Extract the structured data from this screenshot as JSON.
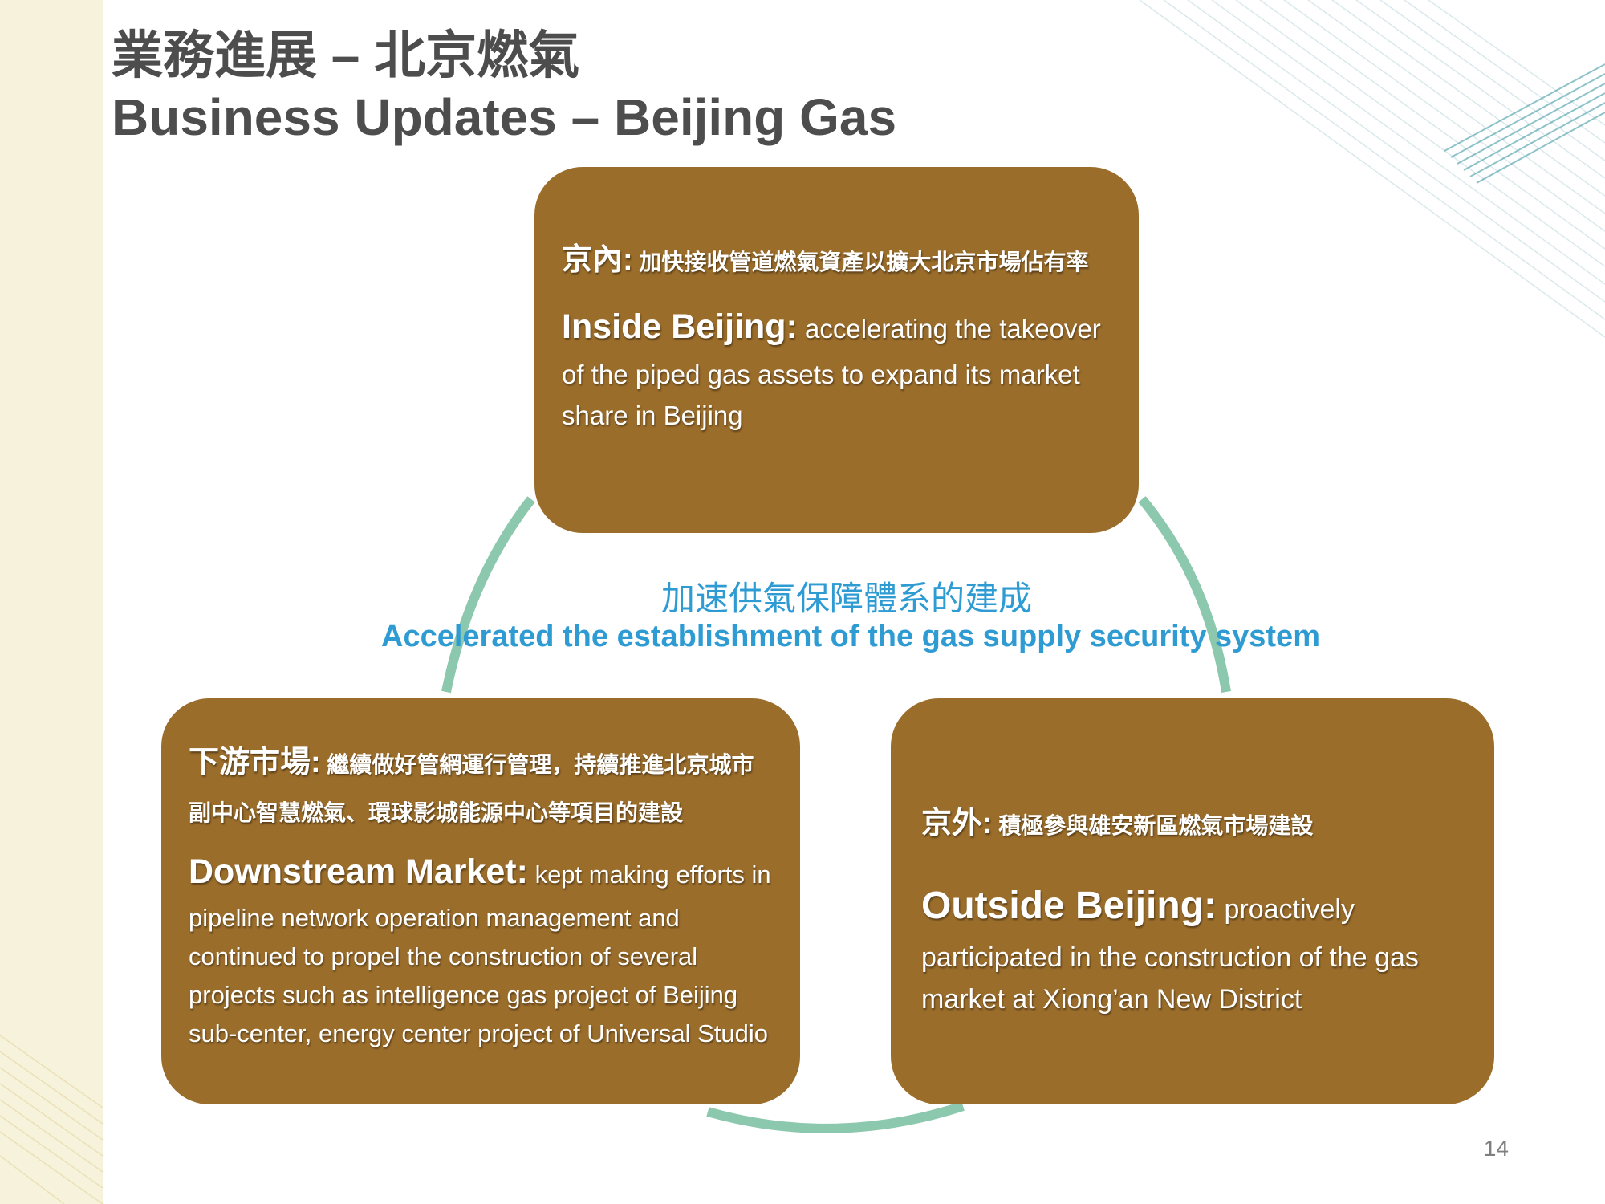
{
  "title": {
    "zh": "業務進展 – 北京燃氣",
    "en": "Business Updates – Beijing Gas"
  },
  "center": {
    "zh": "加速供氣保障體系的建成",
    "en": "Accelerated the establishment of the gas supply security system"
  },
  "boxes": {
    "top": {
      "zh_lead": "京內:",
      "zh_text": " 加快接收管道燃氣資產以擴大北京市場佔有率",
      "en_lead": "Inside Beijing:",
      "en_text": " accelerating the takeover of the piped gas assets to expand its market share in Beijing"
    },
    "left": {
      "zh_lead": "下游市場:",
      "zh_text": " 繼續做好管網運行管理，持續推進北京城市副中心智慧燃氣、環球影城能源中心等項目的建設",
      "en_lead": "Downstream Market:",
      "en_text": " kept making efforts in pipeline network operation management and continued to propel the construction of several projects such as intelligence gas project of Beijing sub-center, energy center project of Universal Studio"
    },
    "right": {
      "zh_lead": "京外:",
      "zh_text": " 積極參與雄安新區燃氣市場建設",
      "en_lead": "Outside Beijing:",
      "en_text": " proactively participated in the construction of the gas market at Xiong’an New District"
    }
  },
  "page_number": "14",
  "colors": {
    "box_fill": "#9b6d2b",
    "arc": "#8cc8ad",
    "center_text": "#2e9bd3",
    "title_text": "#4d4d4d",
    "left_band": "#f7f2dc"
  }
}
